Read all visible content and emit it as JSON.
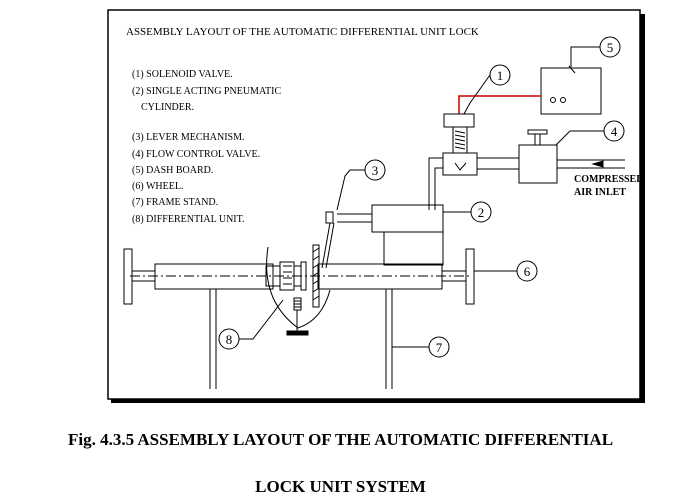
{
  "panel_title": "ASSEMBLY LAYOUT OF THE AUTOMATIC DIFFERENTIAL UNIT LOCK",
  "legend": [
    "(1) SOLENOID VALVE.",
    "(2) SINGLE ACTING PNEUMATIC",
    "CYLINDER.",
    "(3) LEVER MECHANISM.",
    "(4) FLOW CONTROL VALVE.",
    "(5) DASH BOARD.",
    "(6) WHEEL.",
    "(7) FRAME STAND.",
    "(8) DIFFERENTIAL UNIT."
  ],
  "callouts": [
    "1",
    "2",
    "3",
    "4",
    "5",
    "6",
    "7",
    "8"
  ],
  "inlet_label": [
    "COMPRESSED",
    "AIR INLET"
  ],
  "caption": {
    "line1": "Fig. 4.3.5 ASSEMBLY LAYOUT OF THE AUTOMATIC DIFFERENTIAL",
    "line2": "LOCK UNIT SYSTEM"
  },
  "colors": {
    "ink": "#000000",
    "wire": "#cc0000"
  }
}
